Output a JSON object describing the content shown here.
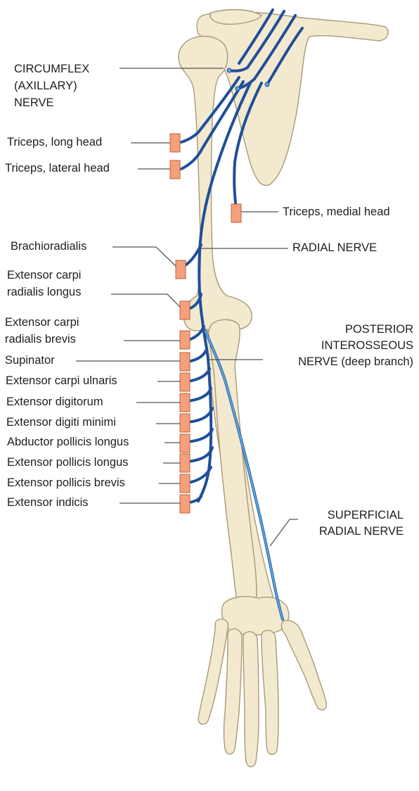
{
  "labels": {
    "circumflex_line1": "CIRCUMFLEX",
    "circumflex_line2": "(AXILLARY)",
    "circumflex_line3": "NERVE",
    "triceps_long": "Triceps, long head",
    "triceps_lateral": "Triceps, lateral head",
    "triceps_medial": "Triceps, medial head",
    "brachioradialis": "Brachioradialis",
    "ecrl_line1": "Extensor carpi",
    "ecrl_line2": "radialis longus",
    "ecrb_line1": "Extensor carpi",
    "ecrb_line2": "radialis brevis",
    "supinator": "Supinator",
    "ecu": "Extensor carpi ulnaris",
    "ed": "Extensor digitorum",
    "edm": "Extensor digiti minimi",
    "apl": "Abductor pollicis longus",
    "epl": "Extensor pollicis longus",
    "epb": "Extensor pollicis brevis",
    "ei": "Extensor indicis",
    "radial_nerve": "RADIAL NERVE",
    "pin_line1": "POSTERIOR",
    "pin_line2": "INTEROSSEOUS",
    "pin_line3": "NERVE (deep branch)",
    "srn_line1": "SUPERFICIAL",
    "srn_line2": "RADIAL NERVE"
  },
  "colors": {
    "bone_fill": "#f3e9cf",
    "bone_stroke": "#a89a78",
    "nerve_dark": "#1f4f9a",
    "nerve_light": "#5aa7dd",
    "muscle_marker": "#f4a07c",
    "muscle_marker_stroke": "#c0603a",
    "leader_line": "#555555",
    "text": "#1e1e1e"
  }
}
